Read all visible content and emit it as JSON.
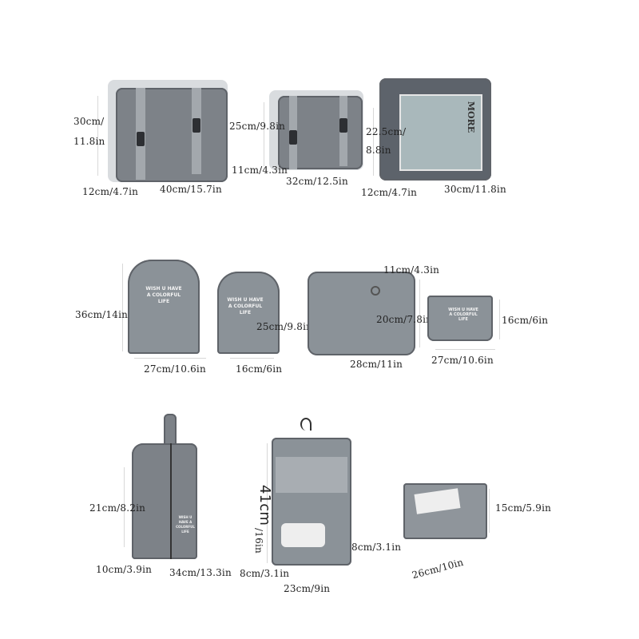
{
  "colors": {
    "bag": "#7d8288",
    "background": "#ffffff",
    "text": "#222222"
  },
  "products": [
    {
      "name": "large-packing-cube",
      "labels": {
        "height_cm": "30cm/",
        "height_in": "11.8in",
        "depth": "12cm/4.7in",
        "width": "40cm/15.7in"
      }
    },
    {
      "name": "medium-packing-cube",
      "labels": {
        "height": "25cm/9.8in",
        "depth": "11cm/4.3in",
        "width": "32cm/12.5in"
      }
    },
    {
      "name": "mesh-packing-cube",
      "labels": {
        "height_cm": "22.5cm/",
        "height_in": "8.8in",
        "depth": "12cm/4.7in",
        "width": "30cm/11.8in"
      },
      "print": "MORE"
    },
    {
      "name": "large-drawstring-bag",
      "labels": {
        "height": "36cm/14in",
        "width": "27cm/10.6in"
      },
      "print": "WISH U HAVE A COLORFUL LIFE"
    },
    {
      "name": "small-drawstring-bag",
      "labels": {
        "height": "25cm/9.8in",
        "width": "16cm/6in"
      },
      "print": "WISH U HAVE A COLORFUL LIFE"
    },
    {
      "name": "toiletry-box",
      "labels": {
        "depth": "11cm/4.3in",
        "height": "20cm/7.8in",
        "width": "28cm/11in"
      }
    },
    {
      "name": "flat-pouch",
      "labels": {
        "height": "16cm/6in",
        "width": "27cm/10.6in"
      },
      "print": "WISH U HAVE A COLORFUL LIFE"
    },
    {
      "name": "shoe-bag",
      "labels": {
        "height": "21cm/8.2in",
        "depth": "10cm/3.9in",
        "width": "34cm/13.3in"
      },
      "print": "WISH U HAVE A COLORFUL LIFE"
    },
    {
      "name": "hanging-toiletry-bag",
      "labels": {
        "height_cm": "41cm",
        "height_in": "/16in",
        "depth": "8cm/3.1in",
        "width": "23cm/9in"
      }
    },
    {
      "name": "mesh-pouch",
      "labels": {
        "height": "15cm/5.9in",
        "depth": "8cm/3.1in",
        "width": "26cm/10in"
      }
    }
  ]
}
